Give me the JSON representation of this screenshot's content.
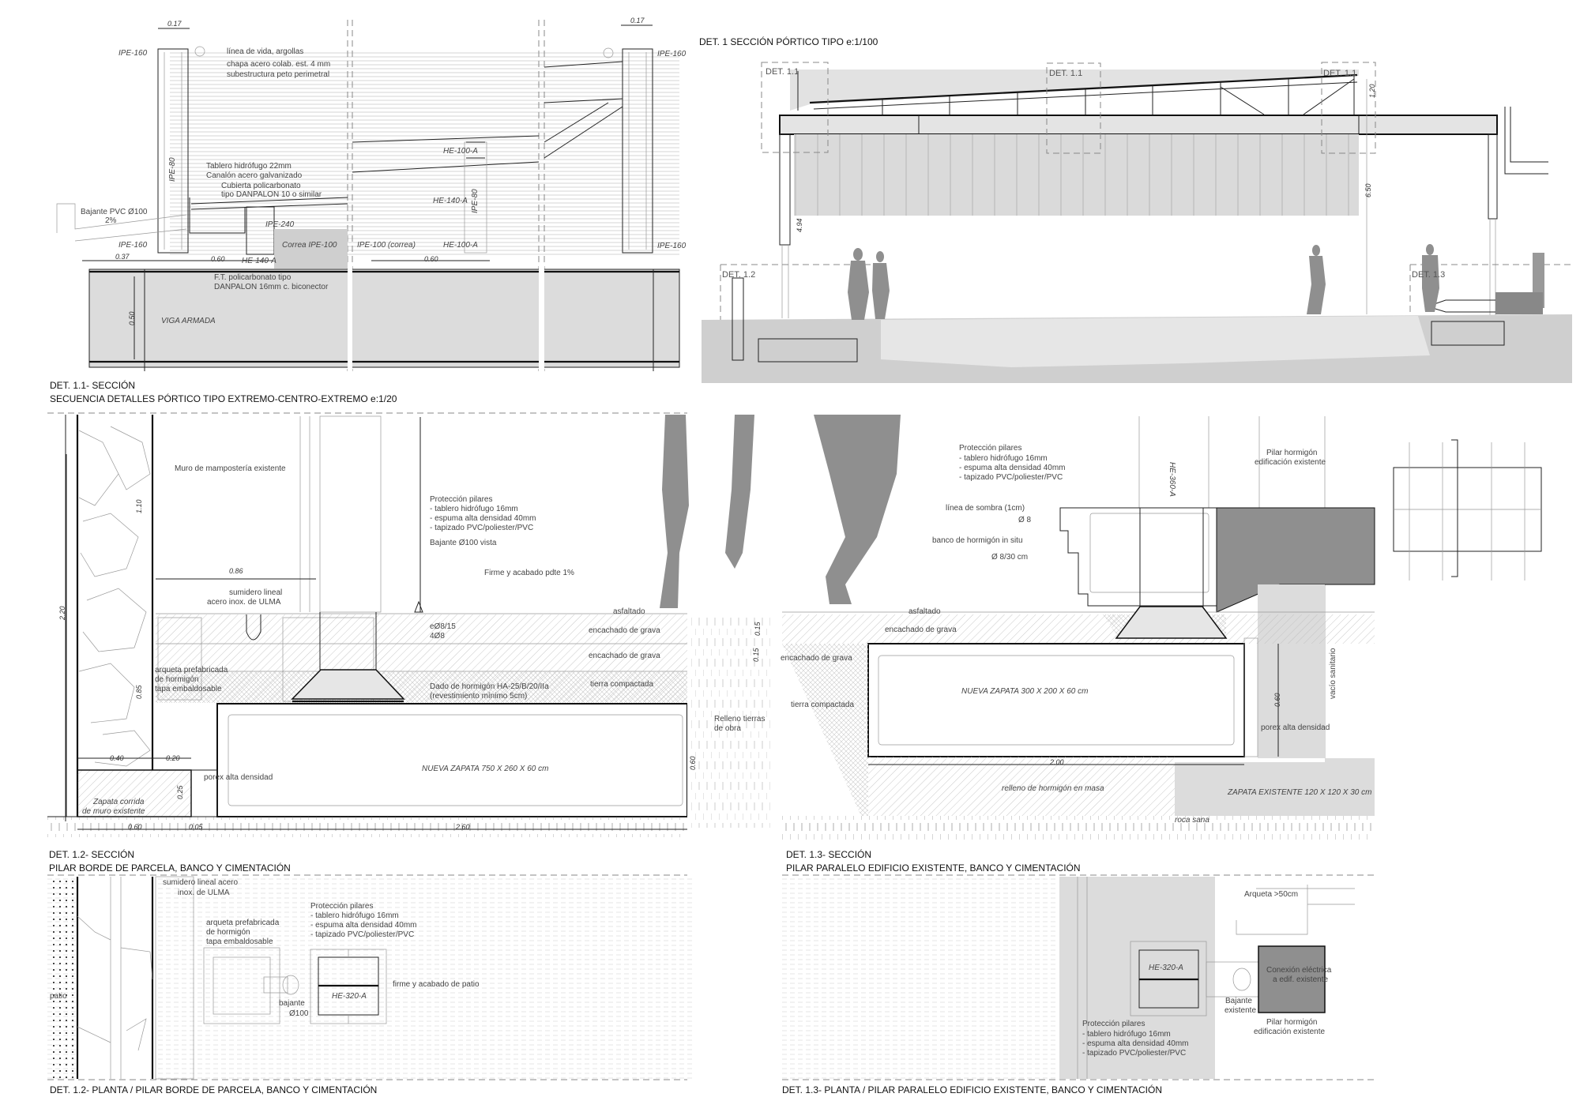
{
  "det11": {
    "title": "DET. 1.1- SECCIÓN",
    "subtitle": "SECUENCIA DETALLES PÓRTICO TIPO EXTREMO-CENTRO-EXTREMO e:1/20",
    "labels": {
      "ipe160_tl": "IPE-160",
      "ipe160_tr": "IPE-160",
      "ipe160_bl": "IPE-160",
      "ipe160_br": "IPE-160",
      "dim_017_l": "0.17",
      "dim_017_r": "0.17",
      "linea_vida": "línea de vida, argollas",
      "chapa": "chapa acero colab. est. 4 mm",
      "subestructura": "subestructura peto perimetral",
      "ipe80_l": "IPE-80",
      "tablero": "Tablero hidrófugo 22mm",
      "canalon": "Canalón acero galvanizado",
      "cubierta1": "Cubierta policarbonato",
      "cubierta2": "tipo DANPALON 10 o similar",
      "bajante": "Bajante PVC Ø100",
      "pendiente": "2%",
      "ipe240": "IPE-240",
      "correa": "Correa IPE-100",
      "ipe100_correa": "IPE-100 (correa)",
      "he100a_up": "HE-100-A",
      "he100a_low": "HE-100-A",
      "he140a_mid": "HE-140-A",
      "ipe80_m": "IPE-80",
      "he140a_low": "HE-140-A",
      "dim_037": "0.37",
      "dim_060_l": "0.60",
      "dim_060_r": "0.60",
      "ft1": "F.T. policarbonato tipo",
      "ft2": "DANPALON 16mm c. biconector",
      "dim_050": "0.50",
      "viga": "VIGA ARMADA"
    }
  },
  "det1": {
    "title": "DET. 1 SECCIÓN PÓRTICO TIPO e:1/100",
    "labels": {
      "det11_l": "DET. 1.1",
      "det11_c": "DET. 1.1",
      "det11_r": "DET. 1.1",
      "det12": "DET. 1.2",
      "det13": "DET. 1.3",
      "dim_120": "1.20",
      "dim_650": "6.50",
      "dim_494": "4.94"
    }
  },
  "det12": {
    "title": "DET. 1.2- SECCIÓN",
    "subtitle": "PILAR BORDE DE PARCELA, BANCO Y CIMENTACIÓN",
    "labels": {
      "muro": "Muro de mampostería existente",
      "prot0": "Protección pilares",
      "prot1": "- tablero hidrófugo 16mm",
      "prot2": "- espuma alta densidad 40mm",
      "prot3": "- tapizado PVC/poliester/PVC",
      "bajante": "Bajante Ø100 vista",
      "dim_086": "0.86",
      "firme": "Firme y acabado pdte 1%",
      "sumidero1": "sumidero lineal",
      "sumidero2": "acero inox. de ULMA",
      "dim_220": "2.20",
      "dim_110": "1.10",
      "asfaltado": "asfaltado",
      "e08": "eØ8/15",
      "408": "4Ø8",
      "encachado1": "encachado de grava",
      "encachado2": "encachado de grava",
      "arqueta1": "arqueta prefabricada",
      "arqueta2": "de hormigón",
      "arqueta3": "tapa embaldosable",
      "dim_085": "0.85",
      "dado1": "Dado de hormigón HA-25/B/20/IIa",
      "dado2": "(revestimiento mínimo 5cm)",
      "tierra": "tierra compactada",
      "dim_040": "0.40",
      "dim_020": "0.20",
      "porex": "porex alta densidad",
      "zapata": "NUEVA ZAPATA 750 X 260 X 60 cm",
      "dim_025": "0.25",
      "corrida1": "Zapata corrida",
      "corrida2": "de muro existente",
      "dim_060": "0.60",
      "dim_005": "0.05",
      "dim_260": "2.60",
      "relleno1": "Relleno tierras",
      "relleno2": "de obra",
      "dim_060_v": "0.60",
      "dim_015_a": "0.15",
      "dim_015_b": "0.15"
    }
  },
  "det13": {
    "title": "DET. 1.3- SECCIÓN",
    "subtitle": "PILAR PARALELO EDIFICIO EXISTENTE, BANCO Y CIMENTACIÓN",
    "labels": {
      "prot0": "Protección pilares",
      "prot1": "- tablero hidrófugo 16mm",
      "prot2": "- espuma alta densidad 40mm",
      "prot3": "- tapizado PVC/poliester/PVC",
      "he360a": "HE-360-A",
      "pilar1": "Pilar hormigón",
      "pilar2": "edificación existente",
      "sombra": "línea de sombra (1cm)",
      "o8": "Ø 8",
      "banco": "banco de hormigón in situ",
      "o830": "Ø 8/30 cm",
      "asfaltado": "asfaltado",
      "encachado1": "encachado de grava",
      "encachado2": "encachado de grava",
      "tierra": "tierra compactada",
      "zapata": "NUEVA ZAPATA 300 X 200 X 60 cm",
      "dim_060": "0.60",
      "porex": "porex alta densidad",
      "vacio": "vacío sanitario",
      "dim_200": "2.00",
      "relleno": "relleno de hormigón en masa",
      "zapata_exist": "ZAPATA EXISTENTE 120 X 120 X 30 cm",
      "roca": "roca sana"
    }
  },
  "planta12": {
    "title": "DET. 1.2- PLANTA  /  PILAR BORDE DE PARCELA, BANCO Y CIMENTACIÓN",
    "labels": {
      "sumidero1": "sumidero lineal acero",
      "sumidero2": "inox. de ULMA",
      "prot0": "Protección pilares",
      "prot1": "- tablero hidrófugo 16mm",
      "prot2": "- espuma alta densidad 40mm",
      "prot3": "- tapizado PVC/poliester/PVC",
      "arqueta1": "arqueta prefabricada",
      "arqueta2": "de hormigón",
      "arqueta3": "tapa embaldosable",
      "firme": "firme y acabado de patio",
      "he320a": "HE-320-A",
      "bajante1": "bajante",
      "bajante2": "Ø100",
      "patio": "patio"
    }
  },
  "planta13": {
    "title": "DET. 1.3- PLANTA  /  PILAR PARALELO EDIFICIO EXISTENTE, BANCO Y CIMENTACIÓN",
    "labels": {
      "arqueta": "Arqueta >50cm",
      "he320a": "HE-320-A",
      "conexion1": "Conexión eléctrica",
      "conexion2": "a edif. existente",
      "bajante1": "Bajante",
      "bajante2": "existente",
      "pilar1": "Pilar hormigón",
      "pilar2": "edificación existente",
      "prot0": "Protección pilares",
      "prot1": "- tablero hidrófugo 16mm",
      "prot2": "- espuma alta densidad 40mm",
      "prot3": "- tapizado PVC/poliester/PVC"
    }
  },
  "colors": {
    "line": "#222222",
    "fill_gray": "#dcdcdc",
    "dark_gray": "#8f8f8f",
    "silhouette": "#8f8f8f"
  }
}
